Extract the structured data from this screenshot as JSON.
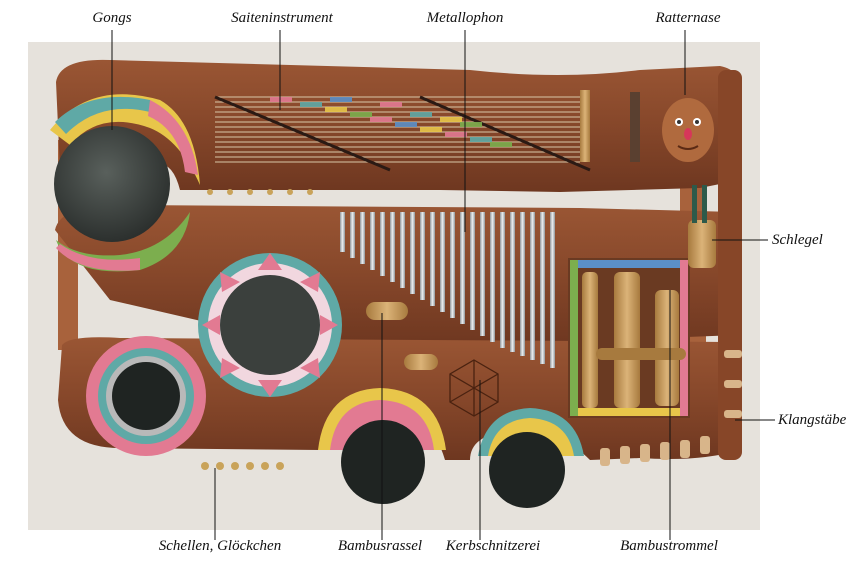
{
  "labels": {
    "gongs": "Gongs",
    "saiteninstrument": "Saiteninstrument",
    "metallophon": "Metallophon",
    "ratternase": "Ratternase",
    "schlegel": "Schlegel",
    "klangstaebe": "Klangstäbe",
    "schellen": "Schellen, Glöckchen",
    "bambusrassel": "Bambusrassel",
    "kerbschnitzerei": "Kerbschnitzerei",
    "bambustrommel": "Bambustrommel"
  },
  "colors": {
    "wall": "#e6e2dc",
    "wood": "#8a4a2c",
    "wood_dark": "#5e2f19",
    "gong": "#3a3f3c",
    "drum": "#1f2422",
    "metal": "#c9cdd0",
    "bamboo": "#c79a5a",
    "accent_pink": "#e27a92",
    "accent_teal": "#5fa9a6",
    "accent_yellow": "#e8c64a",
    "accent_green": "#7cae4e",
    "accent_blue": "#5b8fc7"
  }
}
